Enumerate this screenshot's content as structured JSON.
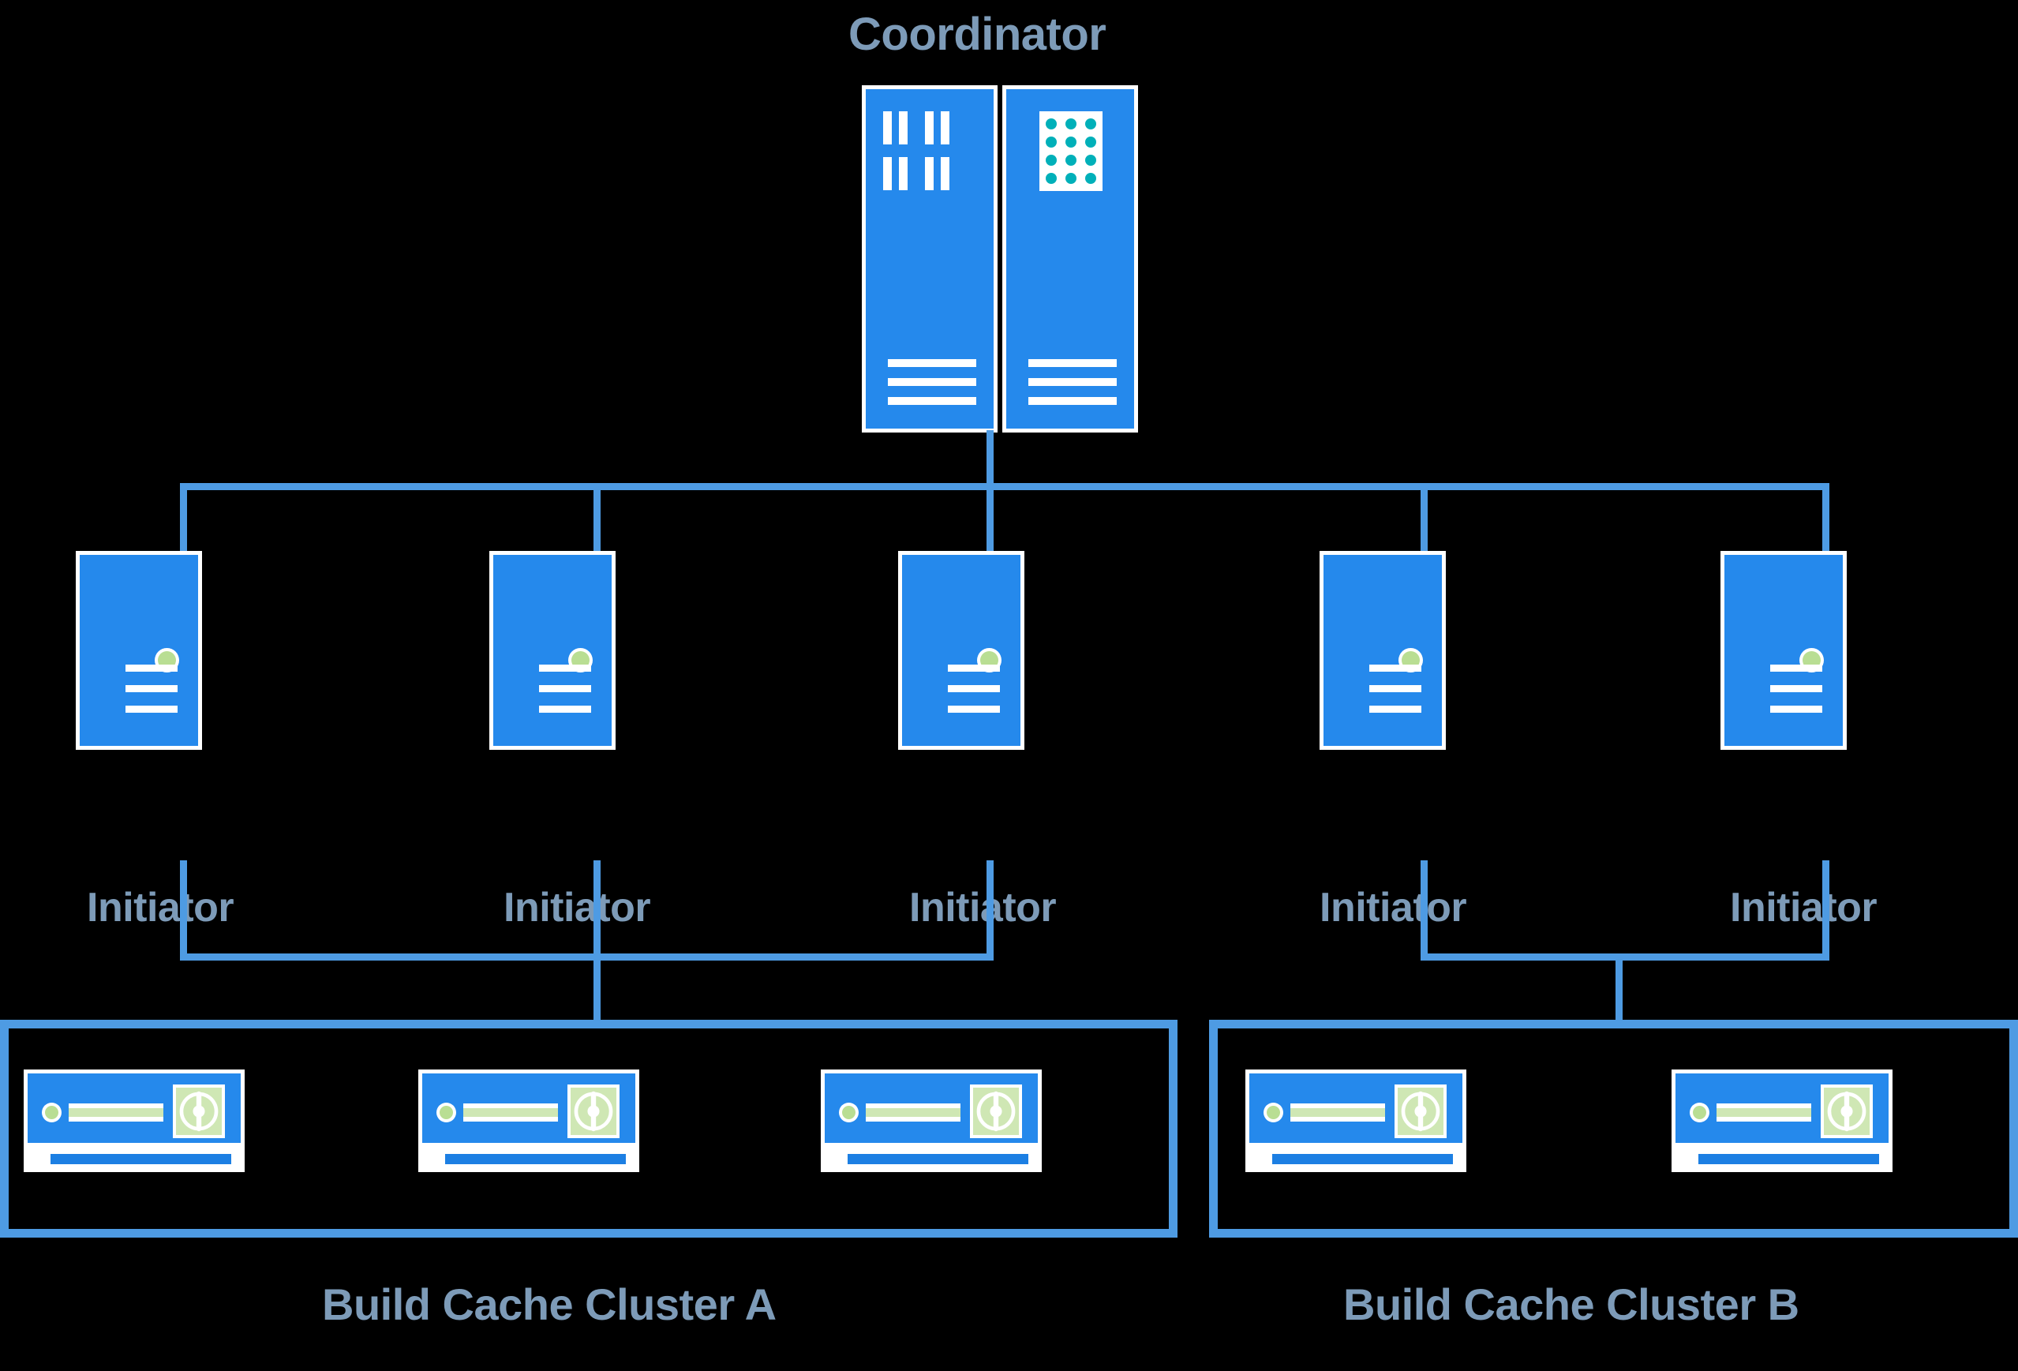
{
  "diagram": {
    "title": "Build Cache Distributed Architecture",
    "colors": {
      "background": "#000000",
      "node_blue": "#2589EC",
      "line_blue": "#4E9BE3",
      "label_text": "#7D9BB8",
      "accent_green": "#B9DE93",
      "disk_green": "#CFE7B4",
      "coordinator_dot_teal": "#00B0B9",
      "white": "#FFFFFF"
    }
  },
  "coordinator": {
    "label": "Coordinator",
    "icon": "coordinator-server-icon",
    "panels": [
      {
        "name": "cpu-bank-panel",
        "icon": "memory-bars-icon"
      },
      {
        "name": "storage-panel",
        "icon": "dot-grid-icon"
      }
    ]
  },
  "initiators": [
    {
      "label": "Initiator",
      "icon": "initiator-server-icon"
    },
    {
      "label": "Initiator",
      "icon": "initiator-server-icon"
    },
    {
      "label": "Initiator",
      "icon": "initiator-server-icon"
    },
    {
      "label": "Initiator",
      "icon": "initiator-server-icon"
    },
    {
      "label": "Initiator",
      "icon": "initiator-server-icon"
    }
  ],
  "clusters": [
    {
      "label": "Build Cache Cluster A",
      "nodes": [
        {
          "icon": "cache-node-icon"
        },
        {
          "icon": "cache-node-icon"
        },
        {
          "icon": "cache-node-icon"
        }
      ]
    },
    {
      "label": "Build Cache Cluster B",
      "nodes": [
        {
          "icon": "cache-node-icon"
        },
        {
          "icon": "cache-node-icon"
        }
      ]
    }
  ]
}
